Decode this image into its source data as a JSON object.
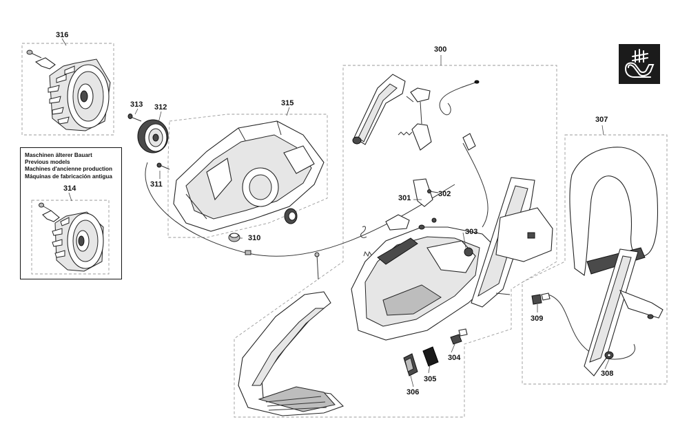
{
  "parts": {
    "p300": "300",
    "p301": "301",
    "p302": "302",
    "p303": "303",
    "p304": "304",
    "p305": "305",
    "p306": "306",
    "p307": "307",
    "p308": "308",
    "p309": "309",
    "p310": "310",
    "p311": "311",
    "p312": "312",
    "p313": "313",
    "p314": "314",
    "p315": "315",
    "p316": "316"
  },
  "legacy_note": {
    "line1": "Maschinen älterer Bauart",
    "line2": "Previous models",
    "line3": "Machines d'ancienne production",
    "line4": "Máquinas de fabricación antigua"
  },
  "icons": {
    "corner_icon": "grease-hand-icon"
  },
  "colors": {
    "line": "#222222",
    "dashed_frame": "#9a9a9a",
    "icon_background": "#1b1b1b"
  }
}
